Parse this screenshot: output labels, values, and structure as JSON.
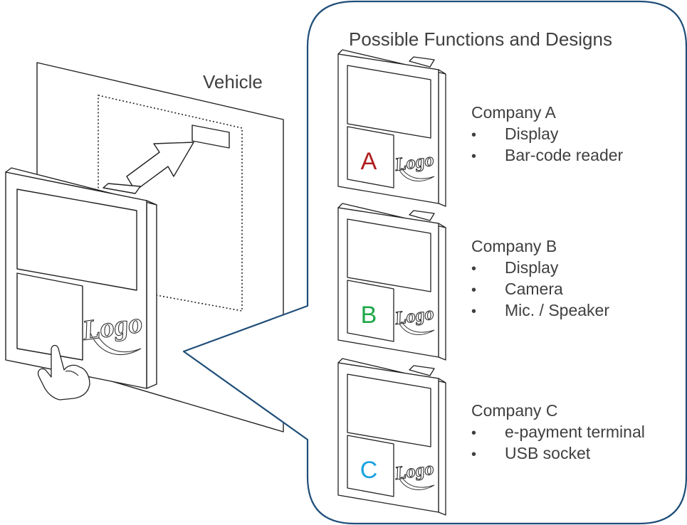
{
  "diagram": {
    "vehicle_label": "Vehicle",
    "panel_title": "Possible Functions and Designs",
    "logo_text": "Logo",
    "companies": [
      {
        "name": "Company A",
        "letter": "A",
        "letter_color": "#b01c1c",
        "features": [
          "Display",
          "Bar-code reader"
        ]
      },
      {
        "name": "Company B",
        "letter": "B",
        "letter_color": "#1fa84a",
        "features": [
          "Display",
          "Camera",
          "Mic. / Speaker"
        ]
      },
      {
        "name": "Company C",
        "letter": "C",
        "letter_color": "#1aa3e0",
        "features": [
          "e-payment terminal",
          "USB socket"
        ]
      }
    ],
    "bullet_char": "•",
    "colors": {
      "panel_border": "#1f4e79",
      "text": "#404040",
      "line": "#222222"
    }
  }
}
